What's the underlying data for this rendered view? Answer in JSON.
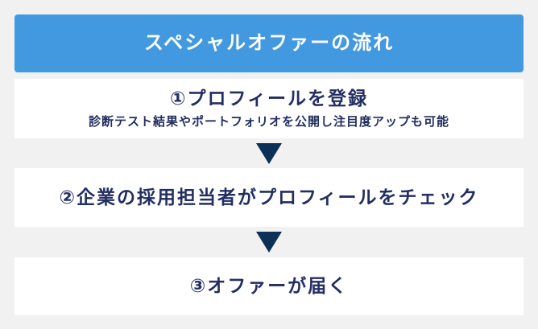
{
  "header": {
    "title": "スペシャルオファーの流れ"
  },
  "steps": [
    {
      "title": "①プロフィールを登録",
      "subtitle": "診断テスト結果やポートフォリオを公開し注目度アップも可能"
    },
    {
      "title": "②企業の採用担当者がプロフィールをチェック"
    },
    {
      "title": "③オファーが届く"
    }
  ],
  "icons": {
    "between_steps": "down-arrow-icon"
  },
  "colors": {
    "background": "#f1f1f1",
    "header_bg": "#4299e0",
    "header_text": "#ffffff",
    "step_bg": "#ffffff",
    "step_text": "#232e63",
    "arrow": "#0d3156"
  }
}
